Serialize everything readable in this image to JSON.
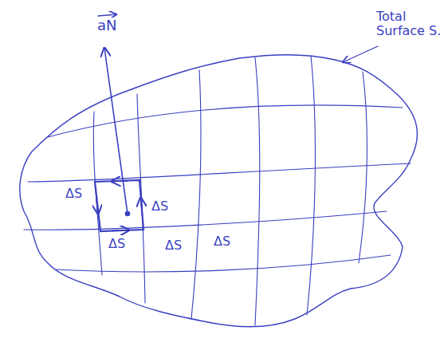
{
  "diagram": {
    "labels": [
      "aN",
      "Total Surface S.",
      "ΔS",
      "ΔS",
      "ΔS",
      "ΔS",
      "ΔS"
    ]
  }
}
